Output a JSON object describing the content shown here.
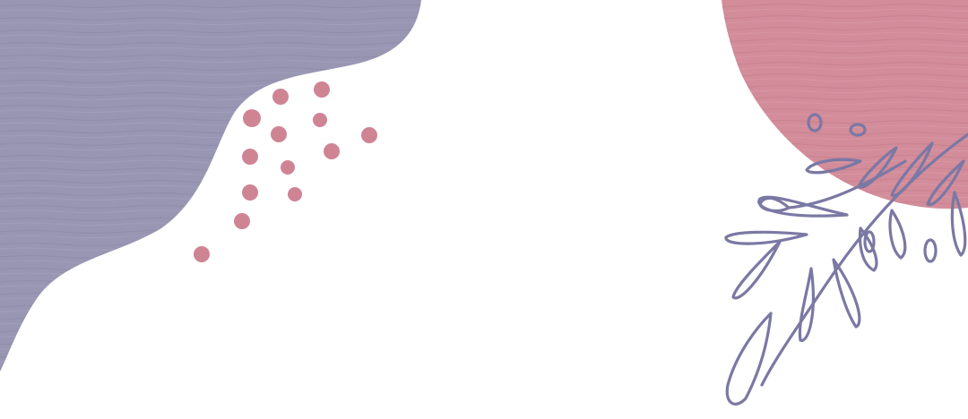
{
  "palette": {
    "background": "#ffffff",
    "lavender": "#9996b3",
    "lavender_texture": "#8a87a6",
    "rose": "#d28c9a",
    "rose_texture": "#c07c8a",
    "dot_rose": "#cf8494",
    "line_purple": "#7b78a4"
  },
  "elements": {
    "top_left": "lavender-paint-blob",
    "top_right": "rose-paint-circle",
    "dots": "rose-dot-cluster",
    "branch": "leaf-branch-line-art"
  }
}
